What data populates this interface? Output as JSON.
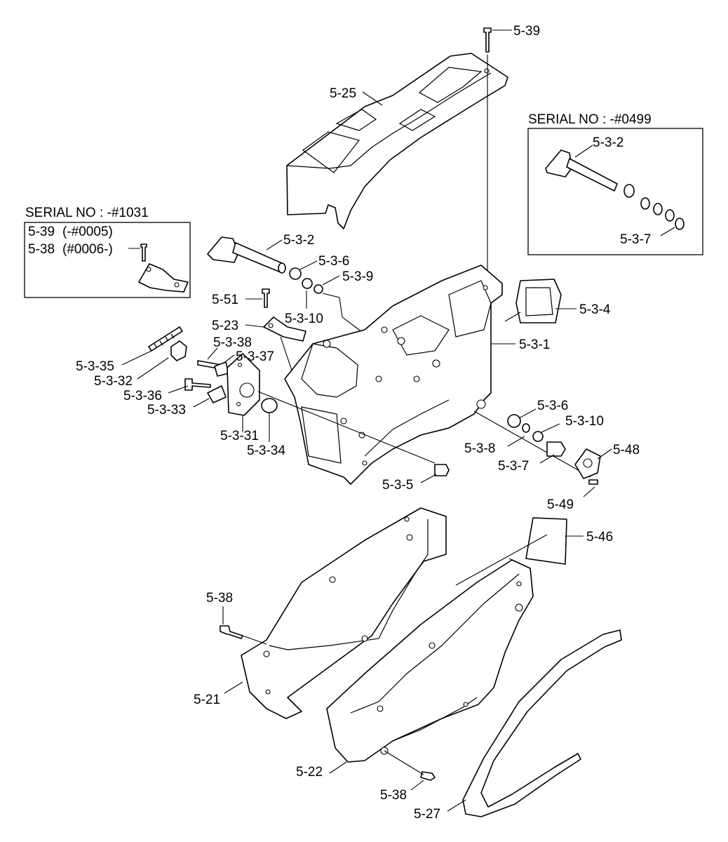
{
  "insets": {
    "left_title": "SERIAL NO : -#1031",
    "left_line1_num": "5-39",
    "left_line1_note": "(-#0005)",
    "left_line2_num": "5-38",
    "left_line2_note": "(#0006-)",
    "right_title": "SERIAL NO : -#0499",
    "right_part_a": "5-3-2",
    "right_part_b": "5-3-7"
  },
  "labels": {
    "p5_39": "5-39",
    "p5_25": "5-25",
    "p5_3_2": "5-3-2",
    "p5_3_6_top": "5-3-6",
    "p5_3_9": "5-3-9",
    "p5_3_10_top": "5-3-10",
    "p5_51": "5-51",
    "p5_23": "5-23",
    "p5_3_38": "5-3-38",
    "p5_3_37": "5-3-37",
    "p5_3_35": "5-3-35",
    "p5_3_32": "5-3-32",
    "p5_3_36": "5-3-36",
    "p5_3_33": "5-3-33",
    "p5_3_31": "5-3-31",
    "p5_3_34": "5-3-34",
    "p5_3_4": "5-3-4",
    "p5_3_1": "5-3-1",
    "p5_3_6_bot": "5-3-6",
    "p5_3_10_bot": "5-3-10",
    "p5_3_8": "5-3-8",
    "p5_3_7": "5-3-7",
    "p5_48": "5-48",
    "p5_3_5": "5-3-5",
    "p5_49": "5-49",
    "p5_46": "5-46",
    "p5_38_left": "5-38",
    "p5_21": "5-21",
    "p5_22": "5-22",
    "p5_38_bot": "5-38",
    "p5_27": "5-27"
  }
}
